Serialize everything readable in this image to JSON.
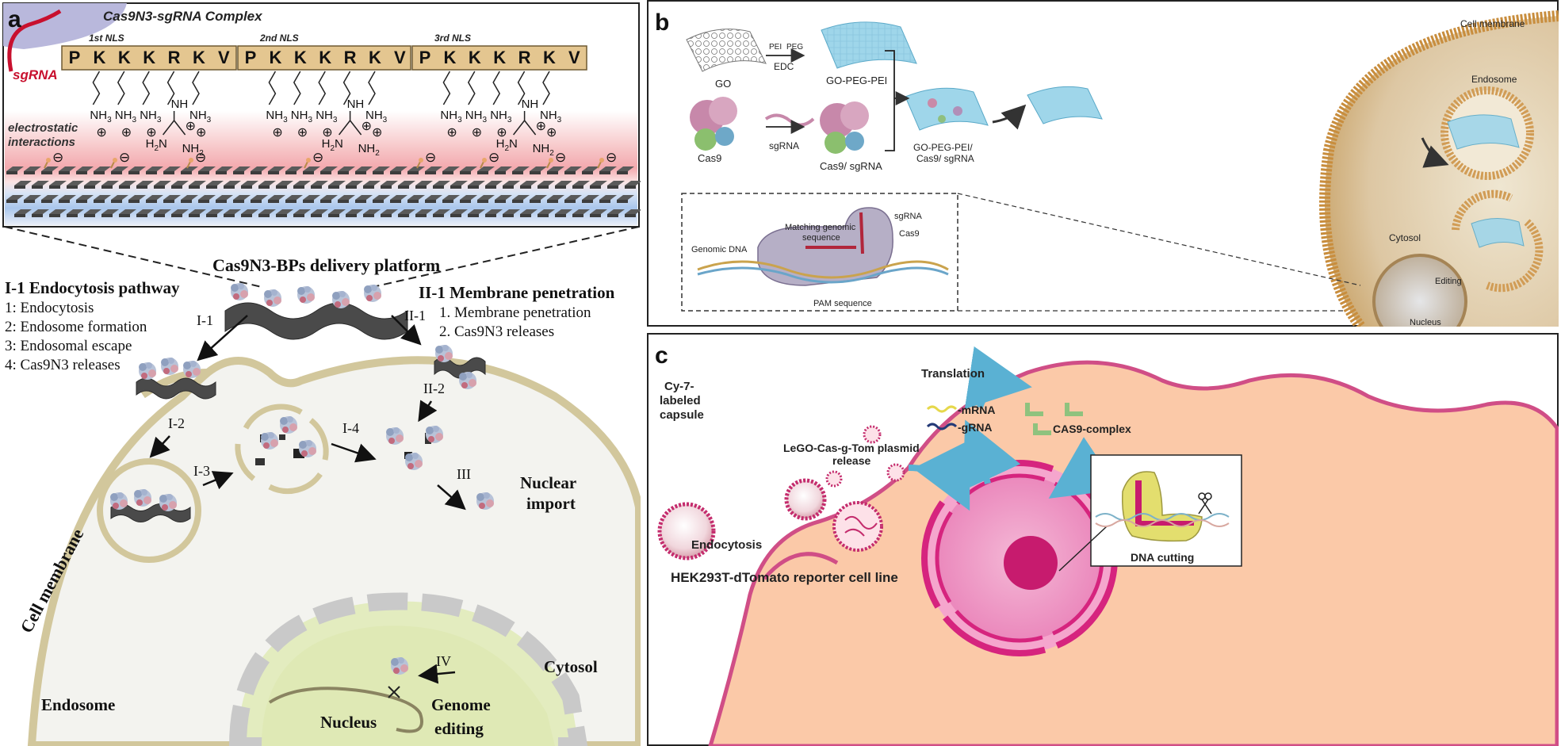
{
  "panel_a": {
    "label": "a",
    "complex_title": "Cas9N3-sgRNA Complex",
    "sgrna": "sgRNA",
    "nls": [
      "1st NLS",
      "2nd NLS",
      "3rd NLS"
    ],
    "sequence": [
      "P",
      "K",
      "K",
      "K",
      "R",
      "K",
      "V"
    ],
    "nh3": "NH",
    "nh3_sub": "3",
    "nh": "NH",
    "h2n": "H",
    "h2n_sub": "2",
    "h2n_n": "N",
    "nh2": "NH",
    "nh2_sub": "2",
    "plus": "⊕",
    "minus": "⊖",
    "electro_1": "electrostatic",
    "electro_2": "interactions",
    "platform": "Cas9N3-BPs delivery platform",
    "pathway1": {
      "title": "I-1 Endocytosis pathway",
      "steps": [
        "1: Endocytosis",
        "2: Endosome formation",
        "3: Endosomal escape",
        "4: Cas9N3 releases"
      ]
    },
    "pathway2": {
      "title": "II-1 Membrane penetration",
      "steps": [
        "1. Membrane penetration",
        "2. Cas9N3 releases"
      ]
    },
    "arrows": {
      "i1": "I-1",
      "i2": "I-2",
      "i3": "I-3",
      "i4": "I-4",
      "ii1": "II-1",
      "ii2": "II-2",
      "iii": "III",
      "iv": "IV"
    },
    "cell_membrane": "Cell membrane",
    "endosome": "Endosome",
    "nuclear_1": "Nuclear",
    "nuclear_2": "import",
    "cytosol": "Cytosol",
    "nucleus": "Nucleus",
    "genome_1": "Genome",
    "genome_2": "editing"
  },
  "panel_b": {
    "label": "b",
    "go": "GO",
    "pei": "PEI",
    "peg": "PEG",
    "edc": "EDC",
    "go_peg_pei": "GO-PEG-PEI",
    "cas9": "Cas9",
    "sgrna": "sgRNA",
    "cas9_sgrna": "Cas9/ sgRNA",
    "complex_1": "GO-PEG-PEI/",
    "complex_2": "Cas9/ sgRNA",
    "cell_membrane": "Cell membrane",
    "endosome": "Endosome",
    "cytosol": "Cytosol",
    "editing": "Editing",
    "nucleus": "Nucleus",
    "genomic_dna": "Genomic DNA",
    "matching_1": "Matching genomic",
    "matching_2": "sequence",
    "inset_sgrna": "sgRNA",
    "inset_cas9": "Cas9",
    "pam": "PAM sequence"
  },
  "panel_c": {
    "label": "c",
    "capsule_1": "Cy-7-",
    "capsule_2": "labeled",
    "capsule_3": "capsule",
    "translation": "Translation",
    "mrna": "-mRNA",
    "grna": "-gRNA",
    "cas9_complex": "CAS9-complex",
    "plasmid_1": "LeGO-Cas-g-Tom plasmid",
    "plasmid_2": "release",
    "endocytosis": "Endocytosis",
    "cell_line": "HEK293T-dTomato reporter cell line",
    "dna_cutting": "DNA cutting"
  },
  "colors": {
    "nls_fill": "#e4c690",
    "sgrna_red": "#c8102e",
    "membrane_tan": "#d2c79c",
    "cell_peach": "#fbc9a8",
    "nucleus_pink": "#e24d93",
    "go_blue": "#8fd0e8"
  }
}
